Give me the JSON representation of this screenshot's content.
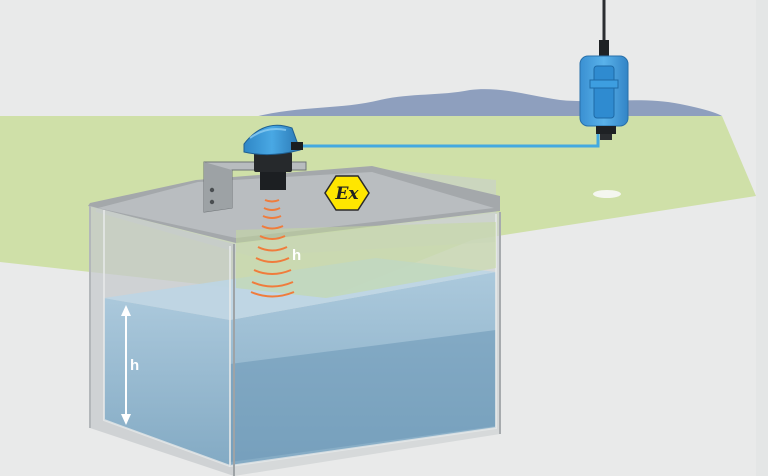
{
  "labels": {
    "h_sensor": "h",
    "h_level": "h",
    "ex_mark": "Ex"
  },
  "colors": {
    "background": "#e9eaea",
    "ground": "#cfe0a8",
    "mountains": "#8e9fbe",
    "water": "#8fb6cf",
    "device_blue": "#3a9bd9",
    "cable": "#43a9e0",
    "waves": "#f07c3c",
    "ex_yellow": "#ffe600"
  },
  "icons": {
    "sensor": "ultrasonic-sensor-icon",
    "transmitter": "wireless-transmitter-icon",
    "ex": "explosion-protection-icon",
    "arrow": "double-headed-arrow-icon"
  }
}
